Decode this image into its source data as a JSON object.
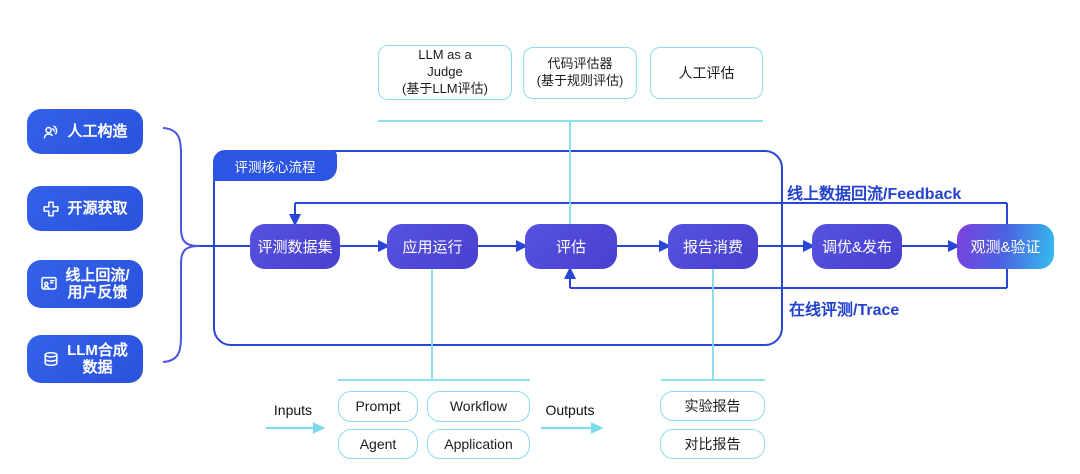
{
  "colors": {
    "primary_blue": "#2946d6",
    "pill_blue": "#2e5ae4",
    "node_purple": "#4c45d6",
    "node_gradient_cyan": "#33bfec",
    "cyan_line": "#7edbee",
    "label_blue": "#2342cd"
  },
  "sources": {
    "items": [
      {
        "label": "人工构造",
        "icon": "person-voice-icon"
      },
      {
        "label": "开源获取",
        "icon": "plus-icon"
      },
      {
        "label": "线上回流/\n用户反馈",
        "icon": "feedback-icon"
      },
      {
        "label": "LLM合成\n数据",
        "icon": "database-icon"
      }
    ]
  },
  "evaluators": {
    "items": [
      {
        "label": "LLM as a\nJudge\n(基于LLM评估)"
      },
      {
        "label": "代码评估器\n(基于规则评估)"
      },
      {
        "label": "人工评估"
      }
    ]
  },
  "core_flow": {
    "tab": "评测核心流程",
    "nodes": [
      "评测数据集",
      "应用运行",
      "评估",
      "报告消费",
      "调优&发布",
      "观测&验证"
    ]
  },
  "loops": {
    "feedback": "线上数据回流/Feedback",
    "trace": "在线评测/Trace"
  },
  "runtime": {
    "inputs": "Inputs",
    "outputs": "Outputs",
    "types": [
      "Prompt",
      "Workflow",
      "Agent",
      "Application"
    ]
  },
  "reports": {
    "items": [
      "实验报告",
      "对比报告"
    ]
  }
}
